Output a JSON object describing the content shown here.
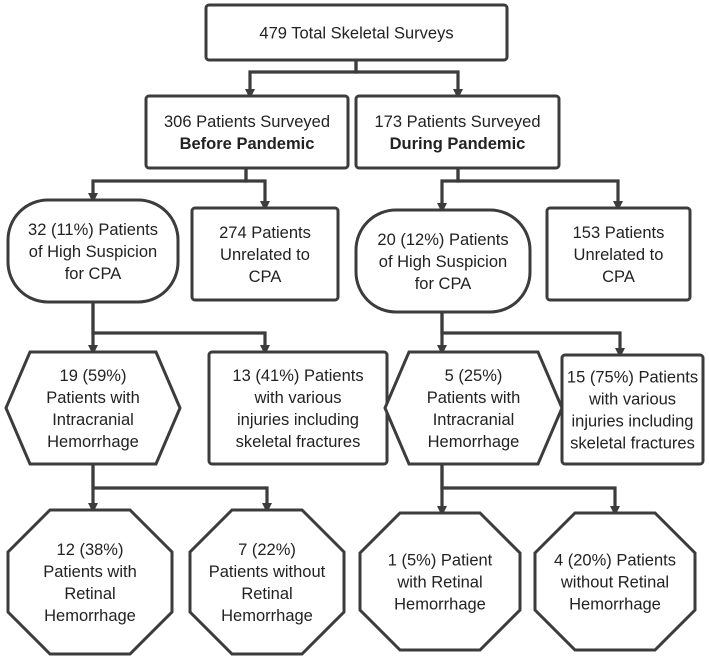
{
  "diagram": {
    "nodes": {
      "total": {
        "shape": "rect",
        "lines": [
          "479 Total Skeletal Surveys"
        ]
      },
      "before": {
        "shape": "rect",
        "lines": [
          "306 Patients Surveyed",
          "Before Pandemic"
        ],
        "bold_lines": [
          1
        ]
      },
      "during": {
        "shape": "rect",
        "lines": [
          "173 Patients Surveyed",
          "During Pandemic"
        ],
        "bold_lines": [
          1
        ]
      },
      "before_high": {
        "shape": "rounded",
        "lines": [
          "32 (11%) Patients",
          "of High Suspicion",
          "for CPA"
        ]
      },
      "before_unrelated": {
        "shape": "rect",
        "lines": [
          "274 Patients",
          "Unrelated to",
          "CPA"
        ]
      },
      "during_high": {
        "shape": "rounded",
        "lines": [
          "20 (12%) Patients",
          "of High Suspicion",
          "for CPA"
        ]
      },
      "during_unrelated": {
        "shape": "rect",
        "lines": [
          "153 Patients",
          "Unrelated to",
          "CPA"
        ]
      },
      "before_ich": {
        "shape": "hexagon",
        "lines": [
          "19 (59%)",
          "Patients with",
          "Intracranial",
          "Hemorrhage"
        ]
      },
      "before_various": {
        "shape": "rect",
        "lines": [
          "13 (41%) Patients",
          "with various",
          "injuries including",
          "skeletal fractures"
        ]
      },
      "during_ich": {
        "shape": "hexagon",
        "lines": [
          "5 (25%)",
          "Patients with",
          "Intracranial",
          "Hemorrhage"
        ]
      },
      "during_various": {
        "shape": "rect",
        "lines": [
          "15 (75%) Patients",
          "with various",
          "injuries including",
          "skeletal fractures"
        ]
      },
      "before_retinal": {
        "shape": "octagon",
        "lines": [
          "12 (38%)",
          "Patients with",
          "Retinal",
          "Hemorrhage"
        ]
      },
      "before_no_retinal": {
        "shape": "octagon",
        "lines": [
          "7 (22%)",
          "Patients without",
          "Retinal",
          "Hemorrhage"
        ]
      },
      "during_retinal": {
        "shape": "octagon",
        "lines": [
          "1 (5%) Patient",
          "with Retinal",
          "Hemorrhage"
        ]
      },
      "during_no_retinal": {
        "shape": "octagon",
        "lines": [
          "4 (20%) Patients",
          "without Retinal",
          "Hemorrhage"
        ]
      }
    },
    "edges": [
      {
        "from": "total",
        "to": "before"
      },
      {
        "from": "total",
        "to": "during"
      },
      {
        "from": "before",
        "to": "before_high"
      },
      {
        "from": "before",
        "to": "before_unrelated"
      },
      {
        "from": "during",
        "to": "during_high"
      },
      {
        "from": "during",
        "to": "during_unrelated"
      },
      {
        "from": "before_high",
        "to": "before_ich"
      },
      {
        "from": "before_high",
        "to": "before_various"
      },
      {
        "from": "during_high",
        "to": "during_ich"
      },
      {
        "from": "during_high",
        "to": "during_various"
      },
      {
        "from": "before_ich",
        "to": "before_retinal"
      },
      {
        "from": "before_ich",
        "to": "before_no_retinal"
      },
      {
        "from": "during_ich",
        "to": "during_retinal"
      },
      {
        "from": "during_ich",
        "to": "during_no_retinal"
      }
    ],
    "colors": {
      "stroke": "#3c3c3c",
      "text": "#222222",
      "fill": "#ffffff"
    }
  }
}
